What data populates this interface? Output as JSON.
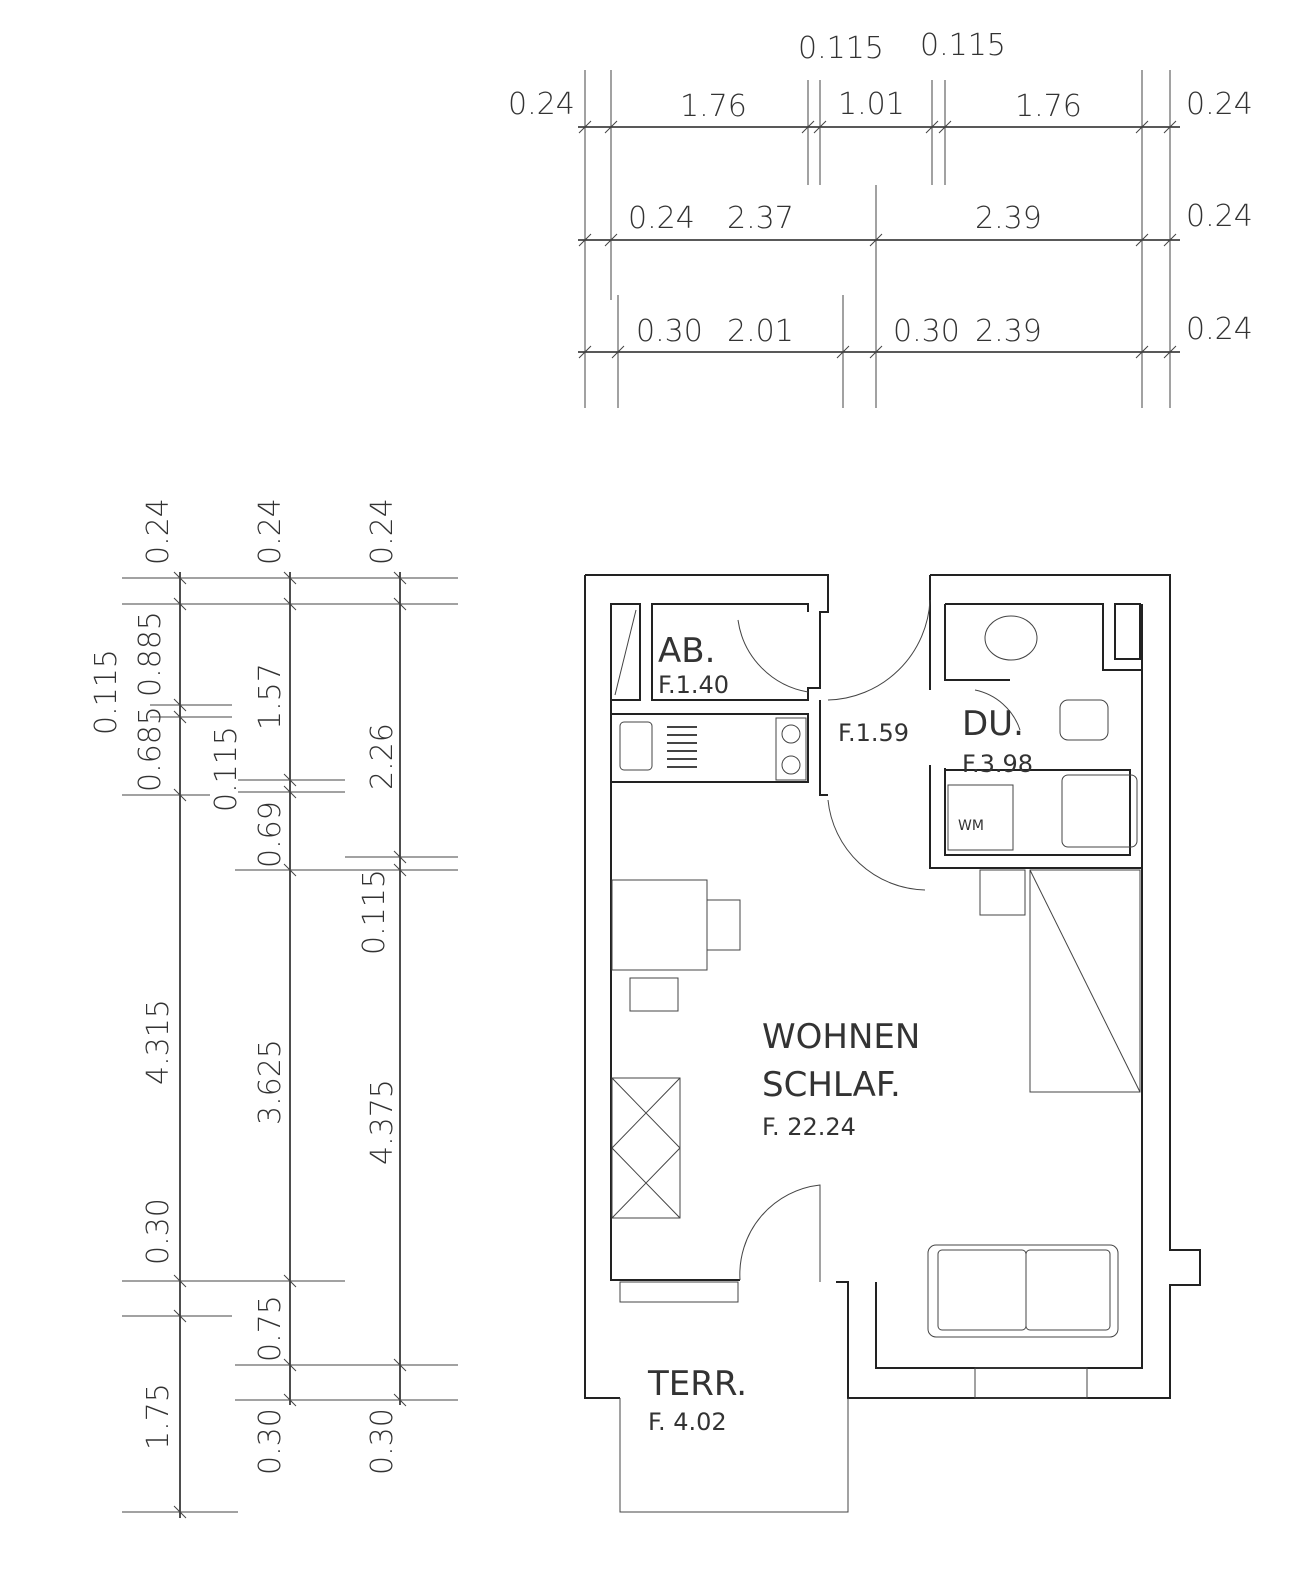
{
  "top_dimensions": {
    "row1": [
      "0.24",
      "1.76",
      "1.01",
      "1.76",
      "0.24"
    ],
    "row1_wall_thickness": [
      "0.115",
      "0.115"
    ],
    "row2": [
      "0.24",
      "2.37",
      "2.39",
      "0.24"
    ],
    "row3": [
      "0.30",
      "2.01",
      "0.30",
      "2.39",
      "0.24"
    ]
  },
  "left_dimensions": {
    "col1": [
      "0.24",
      "0.885",
      "0.115",
      "0.685",
      "4.315",
      "0.30",
      "1.75"
    ],
    "col2": [
      "0.24",
      "1.57",
      "0.115",
      "0.69",
      "3.625",
      "0.75",
      "0.30"
    ],
    "col3": [
      "0.24",
      "2.26",
      "0.115",
      "4.375",
      "0.30"
    ]
  },
  "rooms": {
    "storage": {
      "name": "AB.",
      "area": "F.1.40"
    },
    "hall": {
      "area": "F.1.59"
    },
    "shower": {
      "name": "DU.",
      "area": "F.3.98"
    },
    "washer": "WM",
    "living": {
      "name1": "WOHNEN",
      "name2": "SCHLAF.",
      "area": "F. 22.24"
    },
    "terrace": {
      "name": "TERR.",
      "area": "F. 4.02"
    }
  }
}
